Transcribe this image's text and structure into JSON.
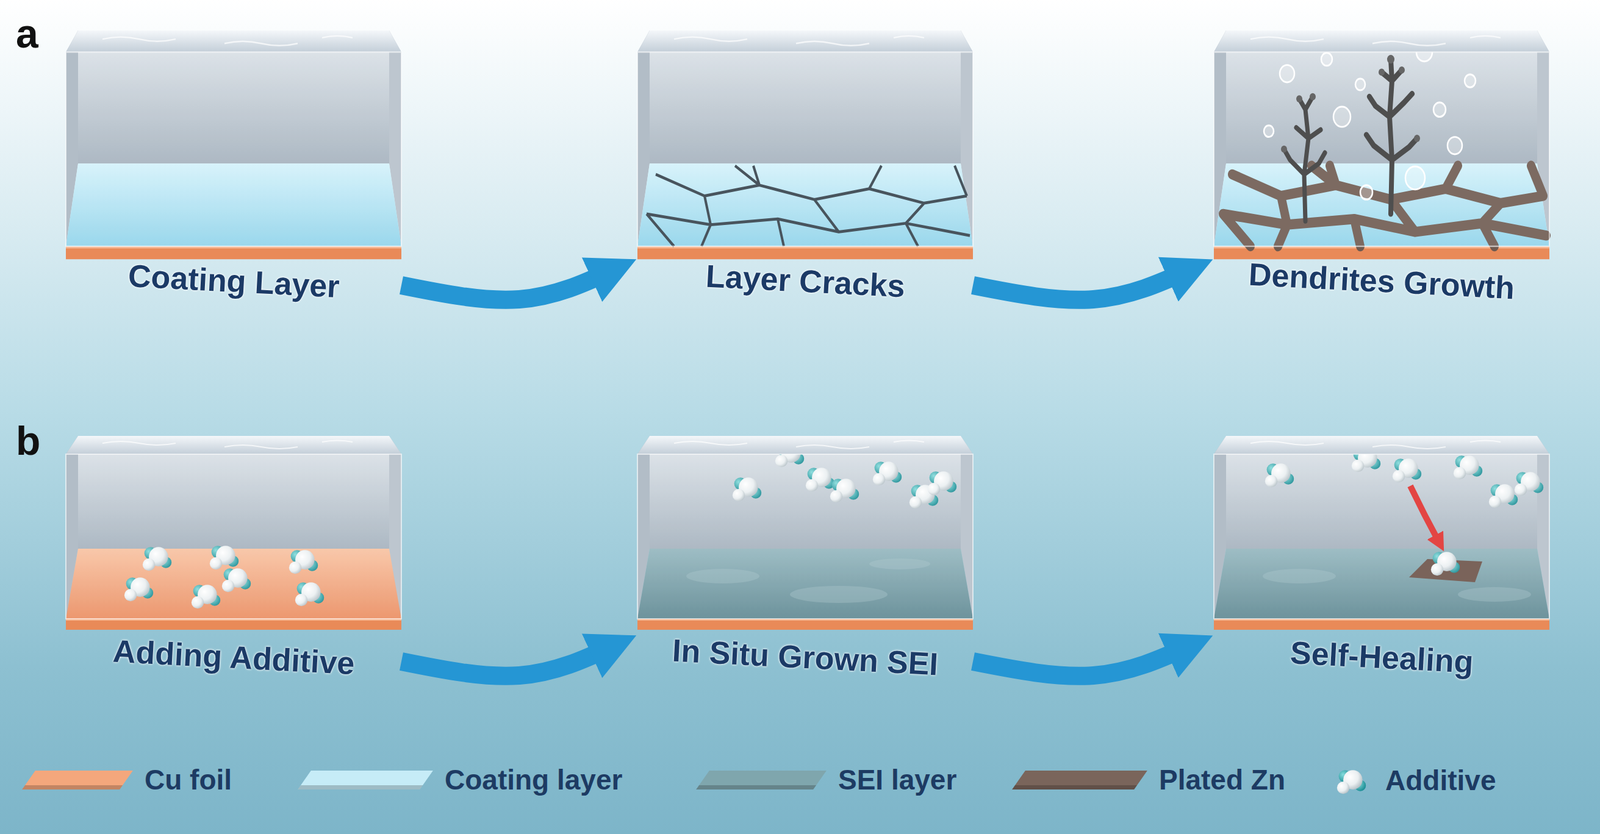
{
  "diagram": {
    "nodes": [
      {
        "text": [
          "Coating Layer"
        ]
      },
      {
        "text": [
          "Layer Cracks"
        ]
      },
      {
        "text": [
          "Dendrites Growth"
        ]
      },
      {
        "text": [
          "Adding Additive"
        ]
      },
      {
        "text": [
          "In Situ Grown SEI"
        ]
      },
      {
        "text": [
          "Self-Healing"
        ]
      }
    ],
    "edges": [
      {
        "from": 0,
        "to": 1,
        "arrow": "to"
      },
      {
        "from": 1,
        "to": 2,
        "arrow": "to"
      },
      {
        "from": 3,
        "to": 4,
        "arrow": "to"
      },
      {
        "from": 4,
        "to": 5,
        "arrow": "to"
      }
    ],
    "labels": [
      "a",
      "b"
    ],
    "legend": [
      {
        "text": "Cu foil",
        "color": "#f4a77c"
      },
      {
        "text": "Coating layer",
        "color": "#c6ecf7"
      },
      {
        "text": "SEI layer",
        "color": "#7fa6ad"
      },
      {
        "text": "Plated Zn",
        "color": "#7a655b"
      },
      {
        "text": "Additive"
      }
    ]
  }
}
